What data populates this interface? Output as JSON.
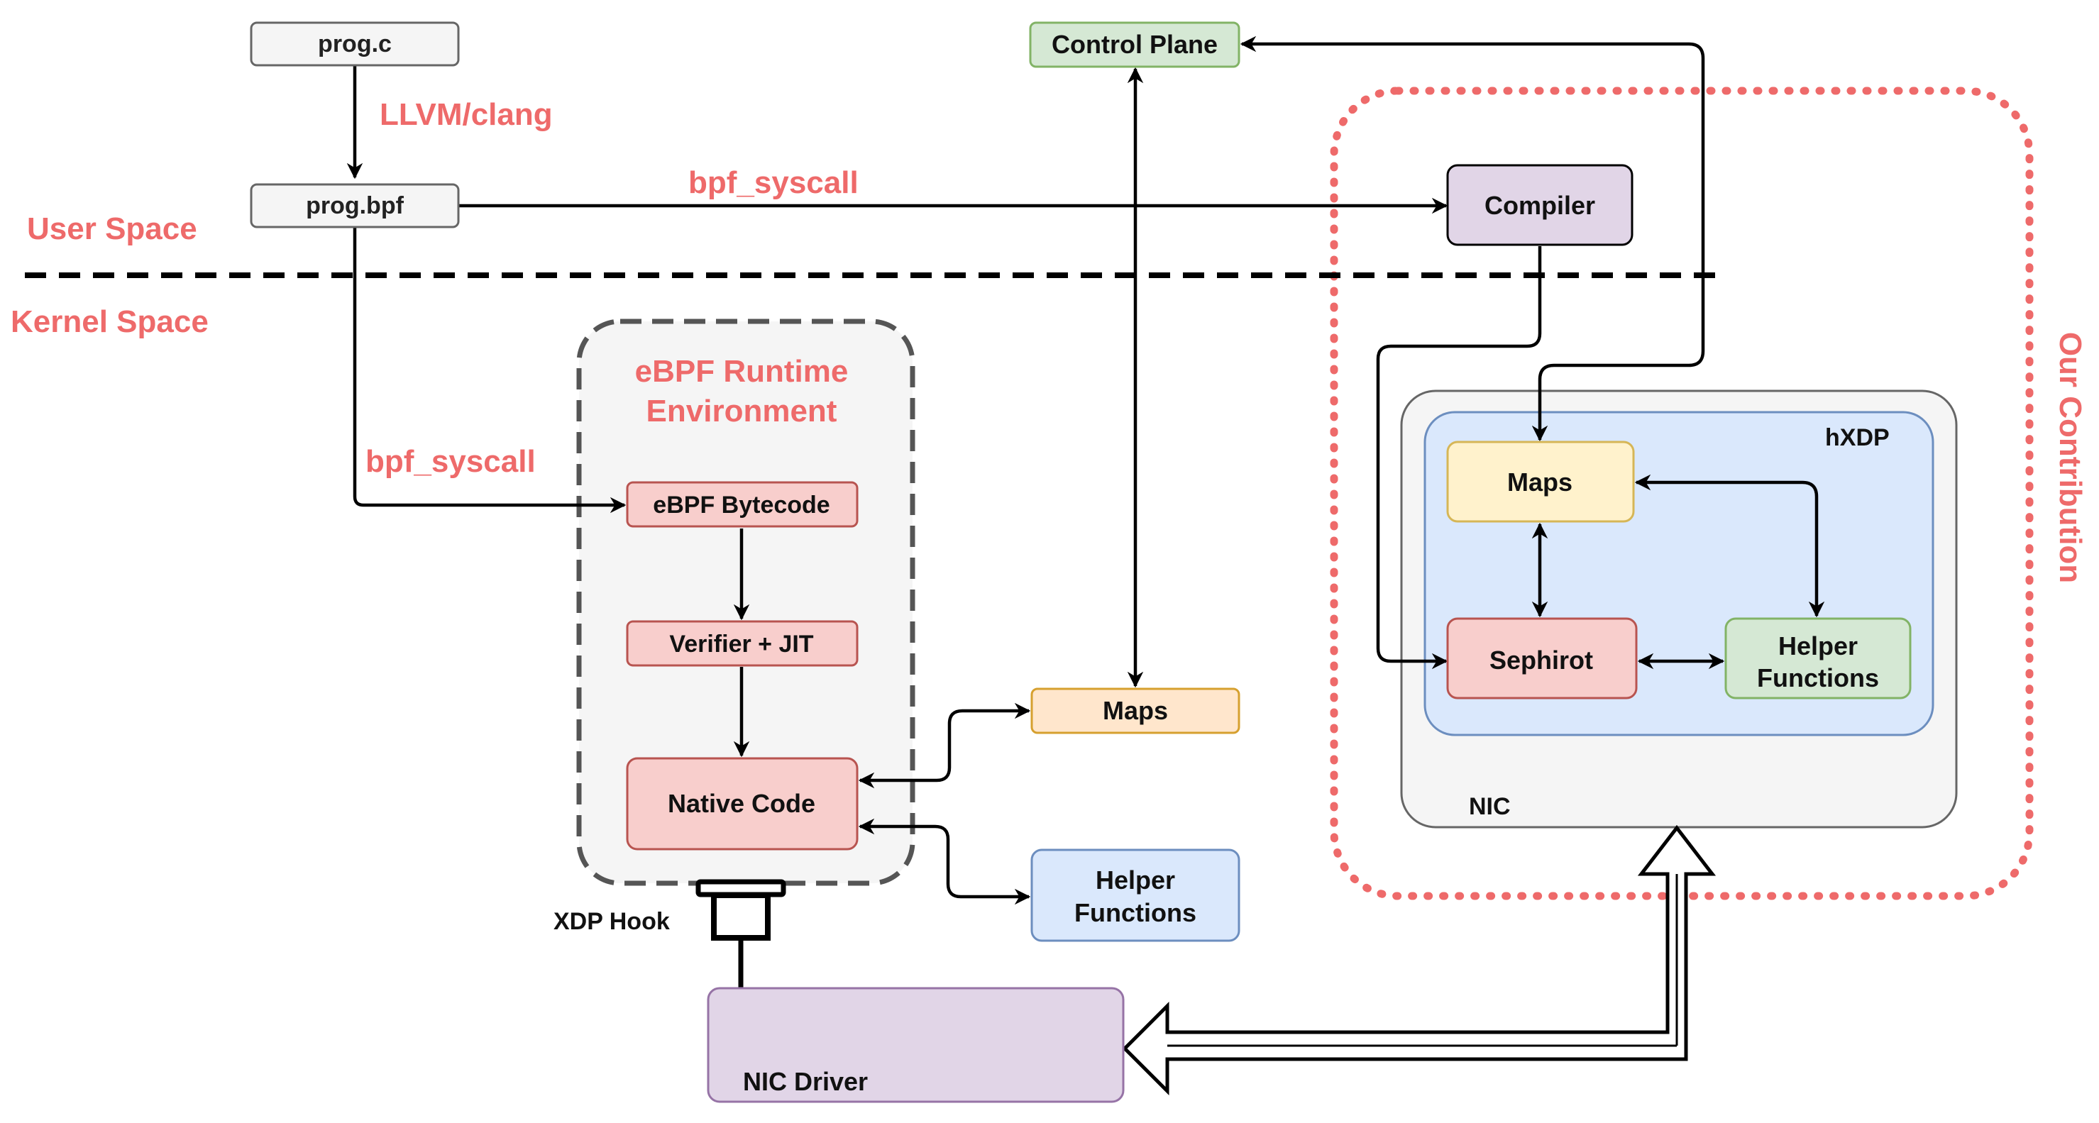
{
  "labels": {
    "prog_c": "prog.c",
    "llvm": "LLVM/clang",
    "prog_bpf": "prog.bpf",
    "user_space": "User Space",
    "kernel_space": "Kernel Space",
    "bpf_syscall_top": "bpf_syscall",
    "bpf_syscall_left": "bpf_syscall",
    "control_plane": "Control Plane",
    "compiler": "Compiler",
    "runtime_line1": "eBPF Runtime",
    "runtime_line2": "Environment",
    "bytecode": "eBPF Bytecode",
    "verifier": "Verifier + JIT",
    "native_code": "Native Code",
    "maps_kernel": "Maps",
    "helper_kernel_line1": "Helper",
    "helper_kernel_line2": "Functions",
    "xdp_hook": "XDP Hook",
    "nic_driver": "NIC Driver",
    "hxdp": "hXDP",
    "maps_nic": "Maps",
    "sephirot": "Sephirot",
    "helper_nic_line1": "Helper",
    "helper_nic_line2": "Functions",
    "nic": "NIC",
    "our_contribution": "Our Contribution"
  },
  "colors": {
    "accent_red": "#ee6a6a",
    "gray_fill": "#f5f5f5",
    "green_fill": "#d5e8d4",
    "green_stroke": "#82b366",
    "purple_fill": "#e1d5e7",
    "purple_stroke": "#9673a6",
    "red_fill": "#f8cecc",
    "red_stroke": "#b85450",
    "orange_fill": "#ffe6cc",
    "orange_stroke": "#d6a02f",
    "yellow_fill": "#fff2cc",
    "yellow_stroke": "#d6b656",
    "blue_fill": "#dae8fc",
    "blue_stroke": "#6c8ebf"
  }
}
